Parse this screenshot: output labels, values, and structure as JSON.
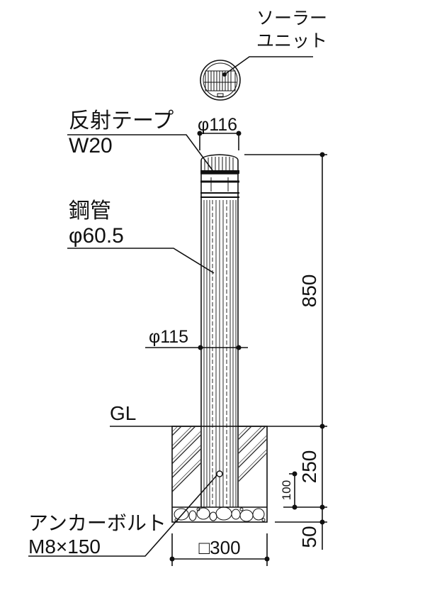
{
  "labels": {
    "solar_unit_line1": "ソーラー",
    "solar_unit_line2": "ユニット",
    "reflective_tape_line1": "反射テープ",
    "reflective_tape_line2": "W20",
    "steel_pipe_line1": "鋼管",
    "steel_pipe_line2": "φ60.5",
    "anchor_bolt_line1": "アンカーボルト",
    "anchor_bolt_line2": "M8×150",
    "ground_level": "GL"
  },
  "dimensions": {
    "cap_diameter": "φ116",
    "body_diameter": "φ115",
    "height_above_ground": "850",
    "embed_depth": "250",
    "anchor_depth": "100",
    "gravel_depth": "50",
    "foundation_width": "□300"
  }
}
